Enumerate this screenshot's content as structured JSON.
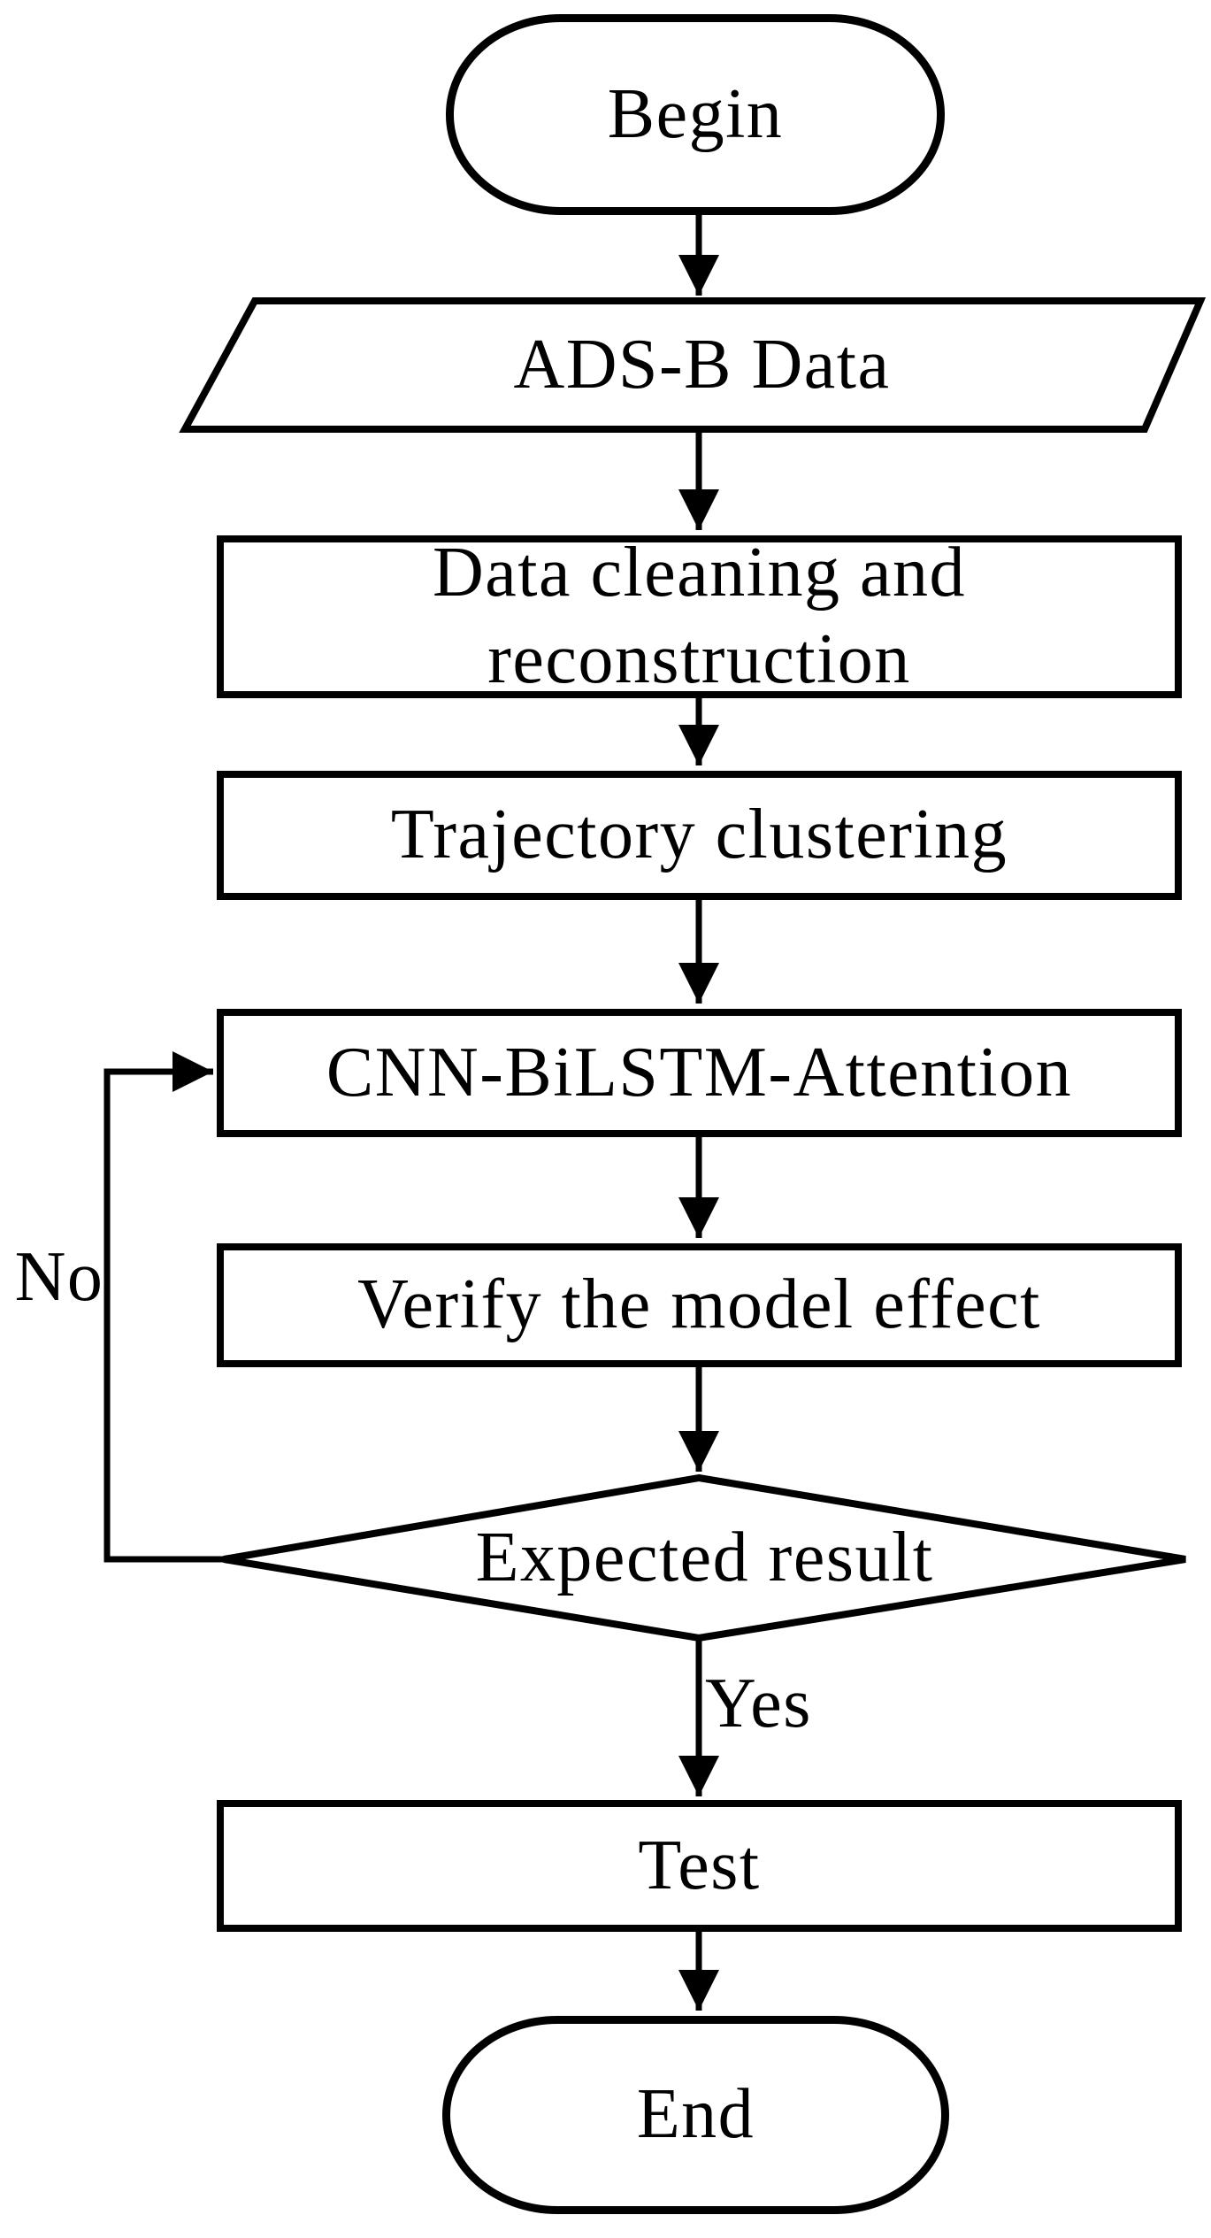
{
  "flowchart": {
    "background_color": "#ffffff",
    "line_color": "#000000",
    "shape_fill_color": "#ffffff",
    "nodes": {
      "begin": {
        "label": "Begin",
        "shape": "stadium-terminator"
      },
      "adsb_data": {
        "label": "ADS-B Data",
        "shape": "parallelogram-io"
      },
      "data_cleaning": {
        "label": "Data cleaning and reconstruction",
        "shape": "process-rectangle"
      },
      "trajectory_clustering": {
        "label": "Trajectory clustering",
        "shape": "process-rectangle"
      },
      "cnn_bilstm_attention": {
        "label": "CNN-BiLSTM-Attention",
        "shape": "process-rectangle"
      },
      "verify_model": {
        "label": "Verify the model effect",
        "shape": "process-rectangle"
      },
      "expected_result": {
        "label": "Expected result",
        "shape": "decision-diamond"
      },
      "test": {
        "label": "Test",
        "shape": "process-rectangle"
      },
      "end": {
        "label": "End",
        "shape": "stadium-terminator"
      }
    },
    "edge_labels": {
      "yes": "Yes",
      "no": "No"
    },
    "edges": [
      {
        "from": "begin",
        "to": "adsb_data"
      },
      {
        "from": "adsb_data",
        "to": "data_cleaning"
      },
      {
        "from": "data_cleaning",
        "to": "trajectory_clustering"
      },
      {
        "from": "trajectory_clustering",
        "to": "cnn_bilstm_attention"
      },
      {
        "from": "cnn_bilstm_attention",
        "to": "verify_model"
      },
      {
        "from": "verify_model",
        "to": "expected_result"
      },
      {
        "from": "expected_result",
        "to": "test",
        "label": "Yes"
      },
      {
        "from": "expected_result",
        "to": "cnn_bilstm_attention",
        "label": "No"
      },
      {
        "from": "test",
        "to": "end"
      }
    ]
  }
}
